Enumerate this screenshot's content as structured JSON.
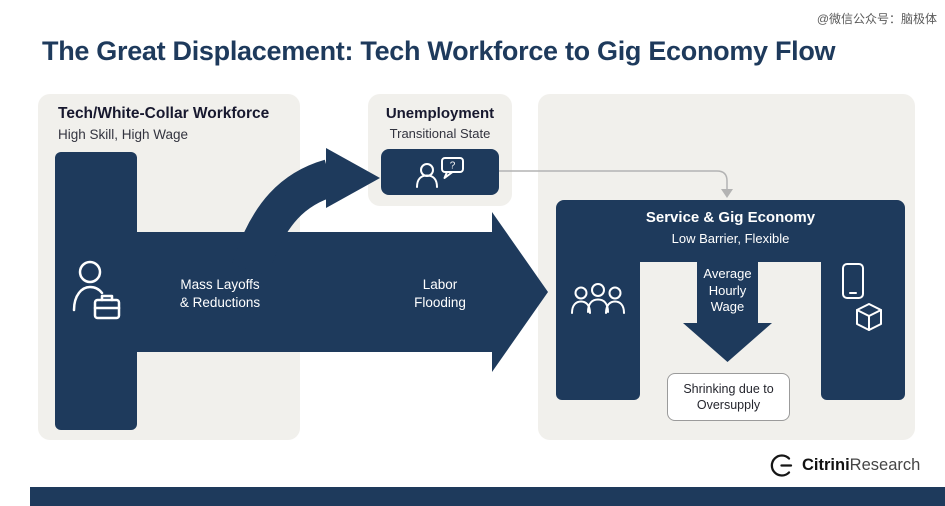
{
  "colors": {
    "navy": "#1e3a5c",
    "panel": "#f1f0ec"
  },
  "watermark": "@微信公众号：脑极体",
  "title": "The Great Displacement: Tech Workforce to Gig Economy Flow",
  "workforce": {
    "title": "Tech/White-Collar Workforce",
    "subtitle": "High Skill, High Wage"
  },
  "unemployment": {
    "title": "Unemployment",
    "subtitle": "Transitional State"
  },
  "flow": {
    "mass_layoffs": "Mass Layoffs\n& Reductions",
    "labor_flooding": "Labor\nFlooding"
  },
  "gig": {
    "title": "Service & Gig Economy",
    "subtitle": "Low Barrier, Flexible",
    "wage_arrow_label": "Average\nHourly\nWage",
    "note": "Shrinking due to\nOversupply"
  },
  "logo": {
    "bold": "Citrini",
    "regular": "Research"
  }
}
